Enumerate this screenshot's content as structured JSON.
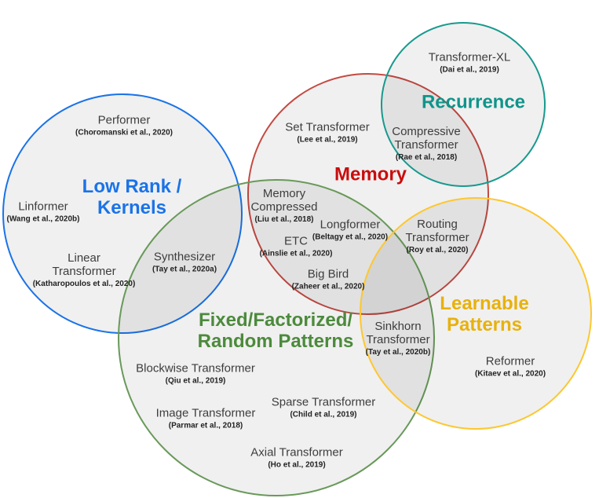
{
  "diagram_type": "venn",
  "colors": {
    "background": "#ffffff",
    "circle_fill": "rgba(0,0,0,0.06)"
  },
  "categories": [
    {
      "name": "Low Rank / Kernels",
      "line1": "Low Rank /",
      "line2": "Kernels",
      "stroke": "#1a73e8",
      "text_color": "#1a73e8"
    },
    {
      "name": "Memory",
      "line1": "Memory",
      "stroke": "#c34a42",
      "text_color": "#c90d0d"
    },
    {
      "name": "Recurrence",
      "line1": "Recurrence",
      "stroke": "#179a8e",
      "text_color": "#0f948a"
    },
    {
      "name": "Fixed/Factorized/Random Patterns",
      "line1": "Fixed/Factorized/",
      "line2": "Random Patterns",
      "stroke": "#69995a",
      "text_color": "#4c8a3c"
    },
    {
      "name": "Learnable Patterns",
      "line1": "Learnable",
      "line2": "Patterns",
      "stroke": "#fdc730",
      "text_color": "#e8b10c"
    }
  ],
  "models": [
    {
      "name": "Performer",
      "cite": "(Choromanski et al., 2020)",
      "sets": [
        "Low Rank / Kernels"
      ]
    },
    {
      "name": "Linformer",
      "cite": "(Wang et al., 2020b)",
      "sets": [
        "Low Rank / Kernels"
      ]
    },
    {
      "name": "Linear Transformer",
      "cite": "(Katharopoulos et al., 2020)",
      "sets": [
        "Low Rank / Kernels"
      ]
    },
    {
      "name": "Synthesizer",
      "cite": "(Tay et al., 2020a)",
      "sets": [
        "Low Rank / Kernels",
        "Fixed/Factorized/Random Patterns"
      ]
    },
    {
      "name": "Set Transformer",
      "cite": "(Lee et al., 2019)",
      "sets": [
        "Memory"
      ]
    },
    {
      "name": "Transformer-XL",
      "cite": "(Dai et al., 2019)",
      "sets": [
        "Recurrence"
      ]
    },
    {
      "name": "Compressive Transformer",
      "cite": "(Rae et al., 2018)",
      "sets": [
        "Memory",
        "Recurrence"
      ]
    },
    {
      "name": "Memory Compressed",
      "cite": "(Liu et al., 2018)",
      "sets": [
        "Memory",
        "Fixed/Factorized/Random Patterns"
      ]
    },
    {
      "name": "Longformer",
      "cite": "(Beltagy et al., 2020)",
      "sets": [
        "Memory",
        "Fixed/Factorized/Random Patterns"
      ]
    },
    {
      "name": "ETC",
      "cite": "(Ainslie et al., 2020)",
      "sets": [
        "Memory",
        "Fixed/Factorized/Random Patterns"
      ]
    },
    {
      "name": "Big Bird",
      "cite": "(Zaheer et al., 2020)",
      "sets": [
        "Memory",
        "Fixed/Factorized/Random Patterns"
      ]
    },
    {
      "name": "Routing Transformer",
      "cite": "(Roy et al., 2020)",
      "sets": [
        "Memory",
        "Learnable Patterns"
      ]
    },
    {
      "name": "Sinkhorn Transformer",
      "cite": "(Tay et al., 2020b)",
      "sets": [
        "Fixed/Factorized/Random Patterns",
        "Learnable Patterns"
      ]
    },
    {
      "name": "Reformer",
      "cite": "(Kitaev et al., 2020)",
      "sets": [
        "Learnable Patterns"
      ]
    },
    {
      "name": "Blockwise Transformer",
      "cite": "(Qiu et al., 2019)",
      "sets": [
        "Fixed/Factorized/Random Patterns"
      ]
    },
    {
      "name": "Image Transformer",
      "cite": "(Parmar et al., 2018)",
      "sets": [
        "Fixed/Factorized/Random Patterns"
      ]
    },
    {
      "name": "Sparse Transformer",
      "cite": "(Child et al., 2019)",
      "sets": [
        "Fixed/Factorized/Random Patterns"
      ]
    },
    {
      "name": "Axial Transformer",
      "cite": "(Ho et al., 2019)",
      "sets": [
        "Fixed/Factorized/Random Patterns"
      ]
    }
  ]
}
